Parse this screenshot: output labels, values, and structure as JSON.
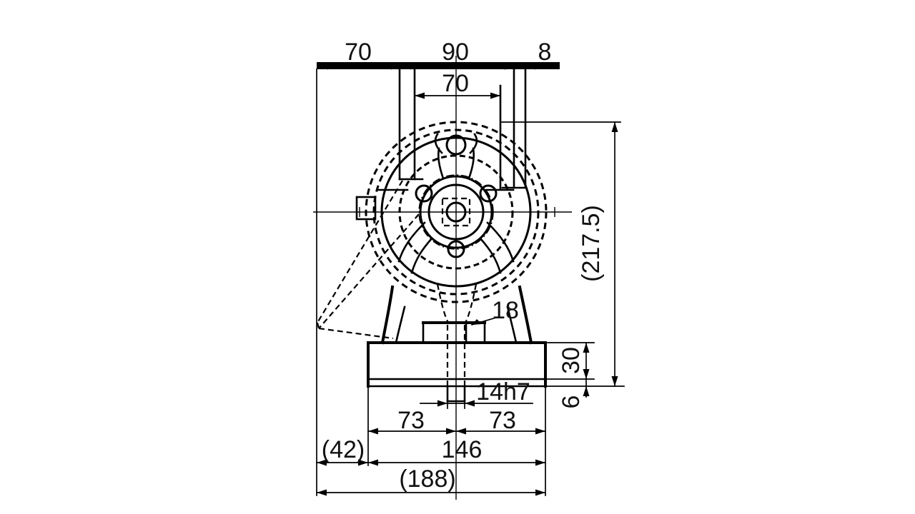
{
  "drawing": {
    "type": "engineering-dimension-drawing",
    "view": "front view of handwheel gear operator on base",
    "units_note": "mm",
    "colors": {
      "line": "#000000",
      "background": "#ffffff"
    },
    "dimensions": {
      "top_width_left": "70",
      "top_width_mid": "90",
      "top_width_right": "8",
      "yoke_inner_width": "70",
      "overall_height": "(217.5)",
      "handle_slot_width": "18",
      "base_height": "30",
      "pad_height": "6",
      "tenon_width": "14h7",
      "bolt_spacing_left": "73",
      "bolt_spacing_right": "73",
      "base_width": "146",
      "handle_overhang": "(42)",
      "overall_width": "(188)"
    }
  }
}
